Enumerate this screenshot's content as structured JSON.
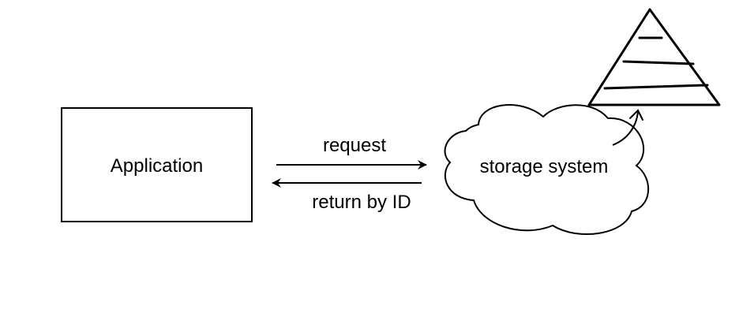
{
  "nodes": {
    "application": {
      "label": "Application"
    },
    "storage": {
      "label": "storage system"
    }
  },
  "edges": {
    "request": {
      "label": "request"
    },
    "return": {
      "label": "return by ID"
    }
  },
  "colors": {
    "stroke": "#000000",
    "background": "#ffffff"
  },
  "icons": {
    "storage_icon": "pyramid-icon"
  }
}
